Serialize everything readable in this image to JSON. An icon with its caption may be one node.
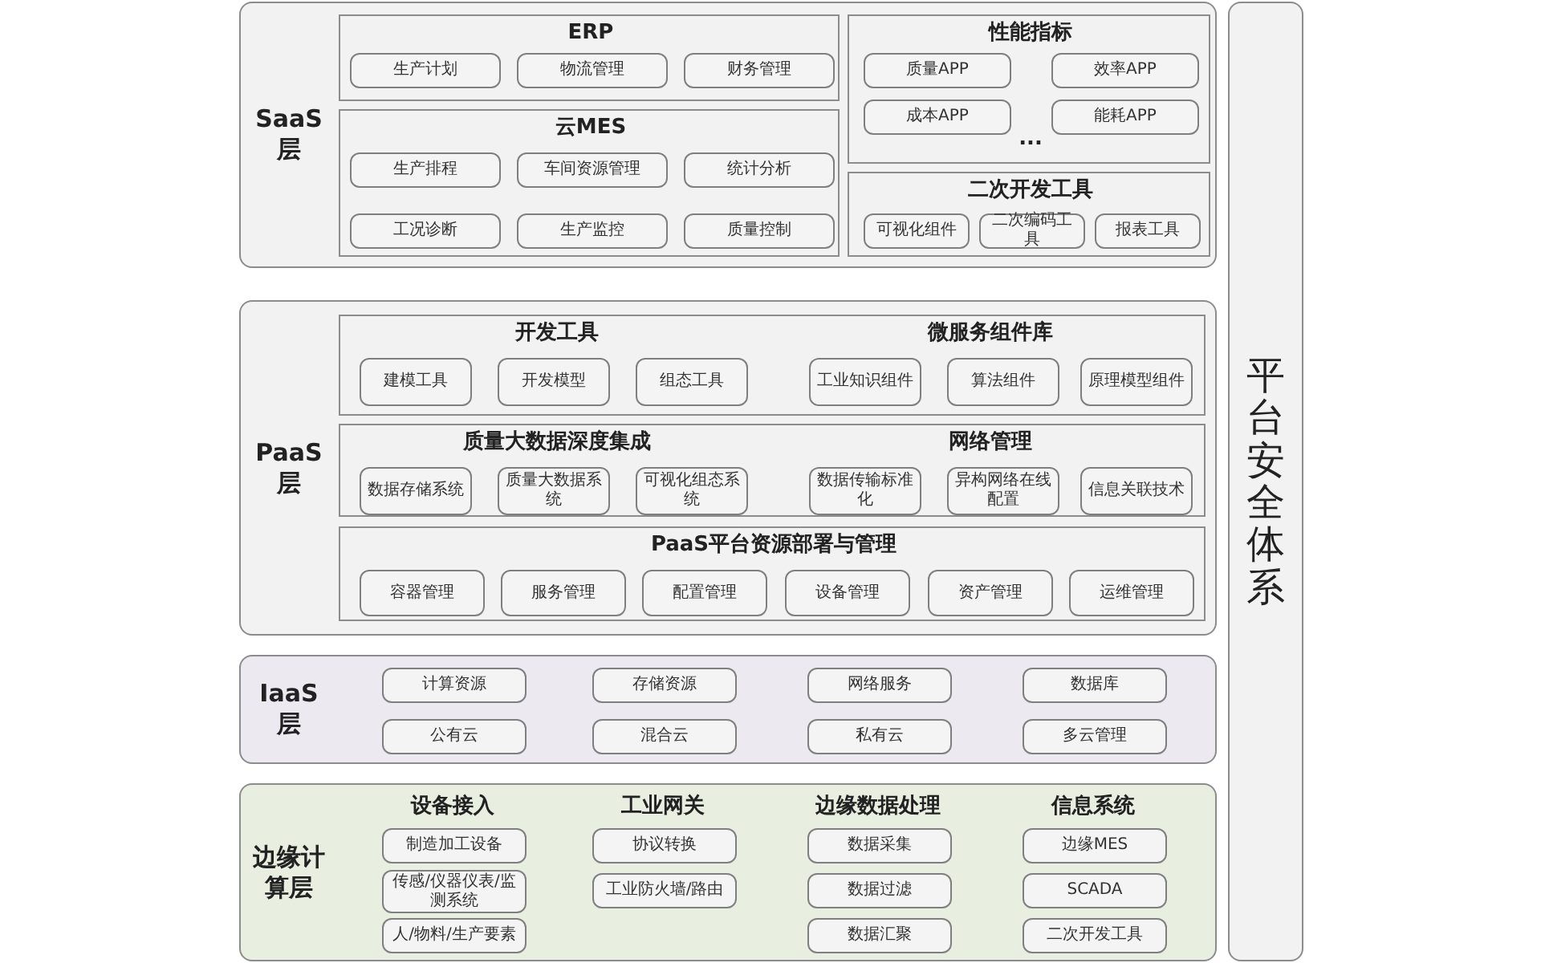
{
  "diagram": {
    "nodes": [
      {
        "text": [
          "SaaS层"
        ]
      },
      {
        "text": [
          "ERP"
        ],
        "in": 0
      },
      {
        "text": [
          "生产计划"
        ],
        "in": 1
      },
      {
        "text": [
          "物流管理"
        ],
        "in": 1
      },
      {
        "text": [
          "财务管理"
        ],
        "in": 1
      },
      {
        "text": [
          "云MES"
        ],
        "in": 0
      },
      {
        "text": [
          "生产排程"
        ],
        "in": 5
      },
      {
        "text": [
          "车间资源管理"
        ],
        "in": 5
      },
      {
        "text": [
          "统计分析"
        ],
        "in": 5
      },
      {
        "text": [
          "工况诊断"
        ],
        "in": 5
      },
      {
        "text": [
          "生产监控"
        ],
        "in": 5
      },
      {
        "text": [
          "质量控制"
        ],
        "in": 5
      },
      {
        "text": [
          "性能指标",
          "..."
        ],
        "in": 0
      },
      {
        "text": [
          "质量APP"
        ],
        "in": 12
      },
      {
        "text": [
          "效率APP"
        ],
        "in": 12
      },
      {
        "text": [
          "成本APP"
        ],
        "in": 12
      },
      {
        "text": [
          "能耗APP"
        ],
        "in": 12
      },
      {
        "text": [
          "二次开发工具"
        ],
        "in": 0
      },
      {
        "text": [
          "可视化组件"
        ],
        "in": 17
      },
      {
        "text": [
          "二次编码工具"
        ],
        "in": 17
      },
      {
        "text": [
          "报表工具"
        ],
        "in": 17
      },
      {
        "text": [
          "PaaS层"
        ]
      },
      {
        "text": [
          "开发工具",
          "微服务组件库"
        ],
        "in": 21
      },
      {
        "text": [
          "建模工具"
        ],
        "in": 22
      },
      {
        "text": [
          "开发模型"
        ],
        "in": 22
      },
      {
        "text": [
          "组态工具"
        ],
        "in": 22
      },
      {
        "text": [
          "工业知识组件"
        ],
        "in": 22
      },
      {
        "text": [
          "算法组件"
        ],
        "in": 22
      },
      {
        "text": [
          "原理模型组件"
        ],
        "in": 22
      },
      {
        "text": [
          "质量大数据深度集成",
          "网络管理"
        ],
        "in": 21
      },
      {
        "text": [
          "数据存储系统"
        ],
        "in": 29
      },
      {
        "text": [
          "质量大数据系统"
        ],
        "in": 29
      },
      {
        "text": [
          "可视化组态系统"
        ],
        "in": 29
      },
      {
        "text": [
          "数据传输标准化"
        ],
        "in": 29
      },
      {
        "text": [
          "异构网络在线配置"
        ],
        "in": 29
      },
      {
        "text": [
          "信息关联技术"
        ],
        "in": 29
      },
      {
        "text": [
          "PaaS平台资源部署与管理"
        ],
        "in": 21
      },
      {
        "text": [
          "容器管理"
        ],
        "in": 36
      },
      {
        "text": [
          "服务管理"
        ],
        "in": 36
      },
      {
        "text": [
          "配置管理"
        ],
        "in": 36
      },
      {
        "text": [
          "设备管理"
        ],
        "in": 36
      },
      {
        "text": [
          "资产管理"
        ],
        "in": 36
      },
      {
        "text": [
          "运维管理"
        ],
        "in": 36
      },
      {
        "text": [
          "IaaS层"
        ]
      },
      {
        "text": [
          "计算资源"
        ],
        "in": 43
      },
      {
        "text": [
          "存储资源"
        ],
        "in": 43
      },
      {
        "text": [
          "网络服务"
        ],
        "in": 43
      },
      {
        "text": [
          "数据库"
        ],
        "in": 43
      },
      {
        "text": [
          "公有云"
        ],
        "in": 43
      },
      {
        "text": [
          "混合云"
        ],
        "in": 43
      },
      {
        "text": [
          "私有云"
        ],
        "in": 43
      },
      {
        "text": [
          "多云管理"
        ],
        "in": 43
      },
      {
        "text": [
          "边缘计算层"
        ]
      },
      {
        "text": [
          "制造加工设备"
        ],
        "in": 52
      },
      {
        "text": [
          "传感/仪器仪表/监测系统"
        ],
        "in": 52
      },
      {
        "text": [
          "人/物料/生产要素"
        ],
        "in": 52
      },
      {
        "text": [
          "协议转换"
        ],
        "in": 52
      },
      {
        "text": [
          "工业防火墙/路由"
        ],
        "in": 52
      },
      {
        "text": [
          "数据采集"
        ],
        "in": 52
      },
      {
        "text": [
          "数据过滤"
        ],
        "in": 52
      },
      {
        "text": [
          "数据汇聚"
        ],
        "in": 52
      },
      {
        "text": [
          "边缘MES"
        ],
        "in": 52
      },
      {
        "text": [
          "SCADA"
        ],
        "in": 52
      },
      {
        "text": [
          "二次开发工具"
        ],
        "in": 52
      },
      {
        "text": [
          "平台安全体系"
        ]
      }
    ],
    "labels": [
      "设备接入",
      "工业网关",
      "边缘数据处理",
      "信息系统"
    ]
  }
}
